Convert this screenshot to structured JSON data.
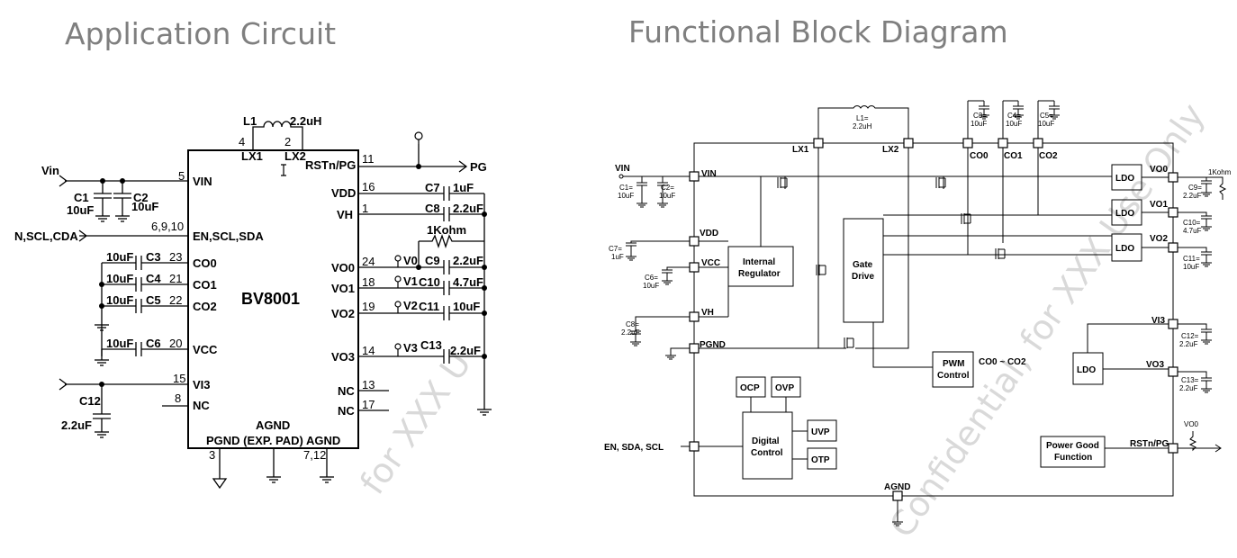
{
  "headings": {
    "left": "Application Circuit",
    "right": "Functional Block Diagram"
  },
  "app": {
    "chip": "BV8001",
    "agnd_top": "AGND",
    "bottom_pins": "PGND (EXP. PAD) AGND",
    "pin_3": "3",
    "pin_7_12": "7,12",
    "L1": "L1",
    "L1_val": "2.2uH",
    "pin4": "4",
    "pin2": "2",
    "lx1": "LX1",
    "lx2": "LX2",
    "vin_in": "Vin",
    "pin5": "5",
    "vin": "VIN",
    "C1": "C1",
    "C1v": "10uF",
    "C2": "C2",
    "C2v": "10uF",
    "ncda_in": "N,SCL,CDA",
    "pin_6910": "6,9,10",
    "en": "EN,SCL,SDA",
    "c3v": "10uF",
    "C3": "C3",
    "pin23": "23",
    "co0": "CO0",
    "c4v": "10uF",
    "C4": "C4",
    "pin21": "21",
    "co1": "CO1",
    "c5v": "10uF",
    "C5": "C5",
    "pin22": "22",
    "co2": "CO2",
    "c6v": "10uF",
    "C6": "C6",
    "pin20": "20",
    "vcc": "VCC",
    "pin15": "15",
    "vi3": "VI3",
    "pin8": "8",
    "nc_l": "NC",
    "C12": "C12",
    "C12v": "2.2uF",
    "pin11": "11",
    "rst": "RSTn/PG",
    "pg": "PG",
    "pin16": "16",
    "vdd": "VDD",
    "C7": "C7",
    "C7v": "1uF",
    "pin1": "1",
    "vh": "VH",
    "C8": "C8",
    "C8v": "2.2uF",
    "r1k": "1Kohm",
    "pin24": "24",
    "vo0": "VO0",
    "V0": "V0",
    "C9": "C9",
    "C9v": "2.2uF",
    "pin18": "18",
    "vo1": "VO1",
    "V1": "V1",
    "C10": "C10",
    "C10v": "4.7uF",
    "pin19": "19",
    "vo2": "VO2",
    "V2": "V2",
    "C11": "C11",
    "C11v": "10uF",
    "pin14": "14",
    "vo3": "VO3",
    "V3": "V3",
    "C13": "C13",
    "C13v": "2.2uF",
    "pin13": "13",
    "nc1": "NC",
    "pin17": "17",
    "nc2": "NC"
  },
  "fbd": {
    "L1": "L1=",
    "L1v": "2.2uH",
    "lx1": "LX1",
    "lx2": "LX2",
    "c3": "C3=",
    "c3v": "10uF",
    "c4": "C4=",
    "c4v": "10uF",
    "c5": "C5=",
    "c5v": "10uF",
    "co0": "CO0",
    "co1": "CO1",
    "co2": "CO2",
    "vin_in": "VIN",
    "vin": "VIN",
    "c1": "C1=",
    "c1v": "10uF",
    "c2": "C2=",
    "c2v": "10uF",
    "vdd": "VDD",
    "vcc": "VCC",
    "vh": "VH",
    "pgnd": "PGND",
    "c7": "C7=",
    "c7v": "1uF",
    "c6": "C6=",
    "c6v": "10uF",
    "c8": "C8=",
    "c8v": "2.2uF",
    "reg1": "Internal",
    "reg2": "Regulator",
    "gate1": "Gate",
    "gate2": "Drive",
    "ldo": "LDO",
    "vo0": "VO0",
    "vo1": "VO1",
    "vo2": "VO2",
    "vi3": "VI3",
    "vo3": "VO3",
    "r1k": "1Kohm",
    "c9": "C9=",
    "c9v": "2.2uF",
    "c10": "C10=",
    "c10v": "4.7uF",
    "c11": "C11=",
    "c11v": "10uF",
    "c12": "C12=",
    "c12v": "2.2uF",
    "c13": "C13=",
    "c13v": "2.2uF",
    "pwm1": "PWM",
    "pwm2": "Control",
    "co_range": "CO0 ~ CO2",
    "ocp": "OCP",
    "ovp": "OVP",
    "dig1": "Digital",
    "dig2": "Control",
    "uvp": "UVP",
    "otp": "OTP",
    "en_in": "EN, SDA, SCL",
    "pg1": "Power Good",
    "pg2": "Function",
    "rst": "RSTn/PG",
    "vo0_pu": "VO0",
    "agnd": "AGND"
  },
  "watermarks": {
    "left": "for XXX U",
    "right": "Confidential, for XXX Use Only"
  }
}
